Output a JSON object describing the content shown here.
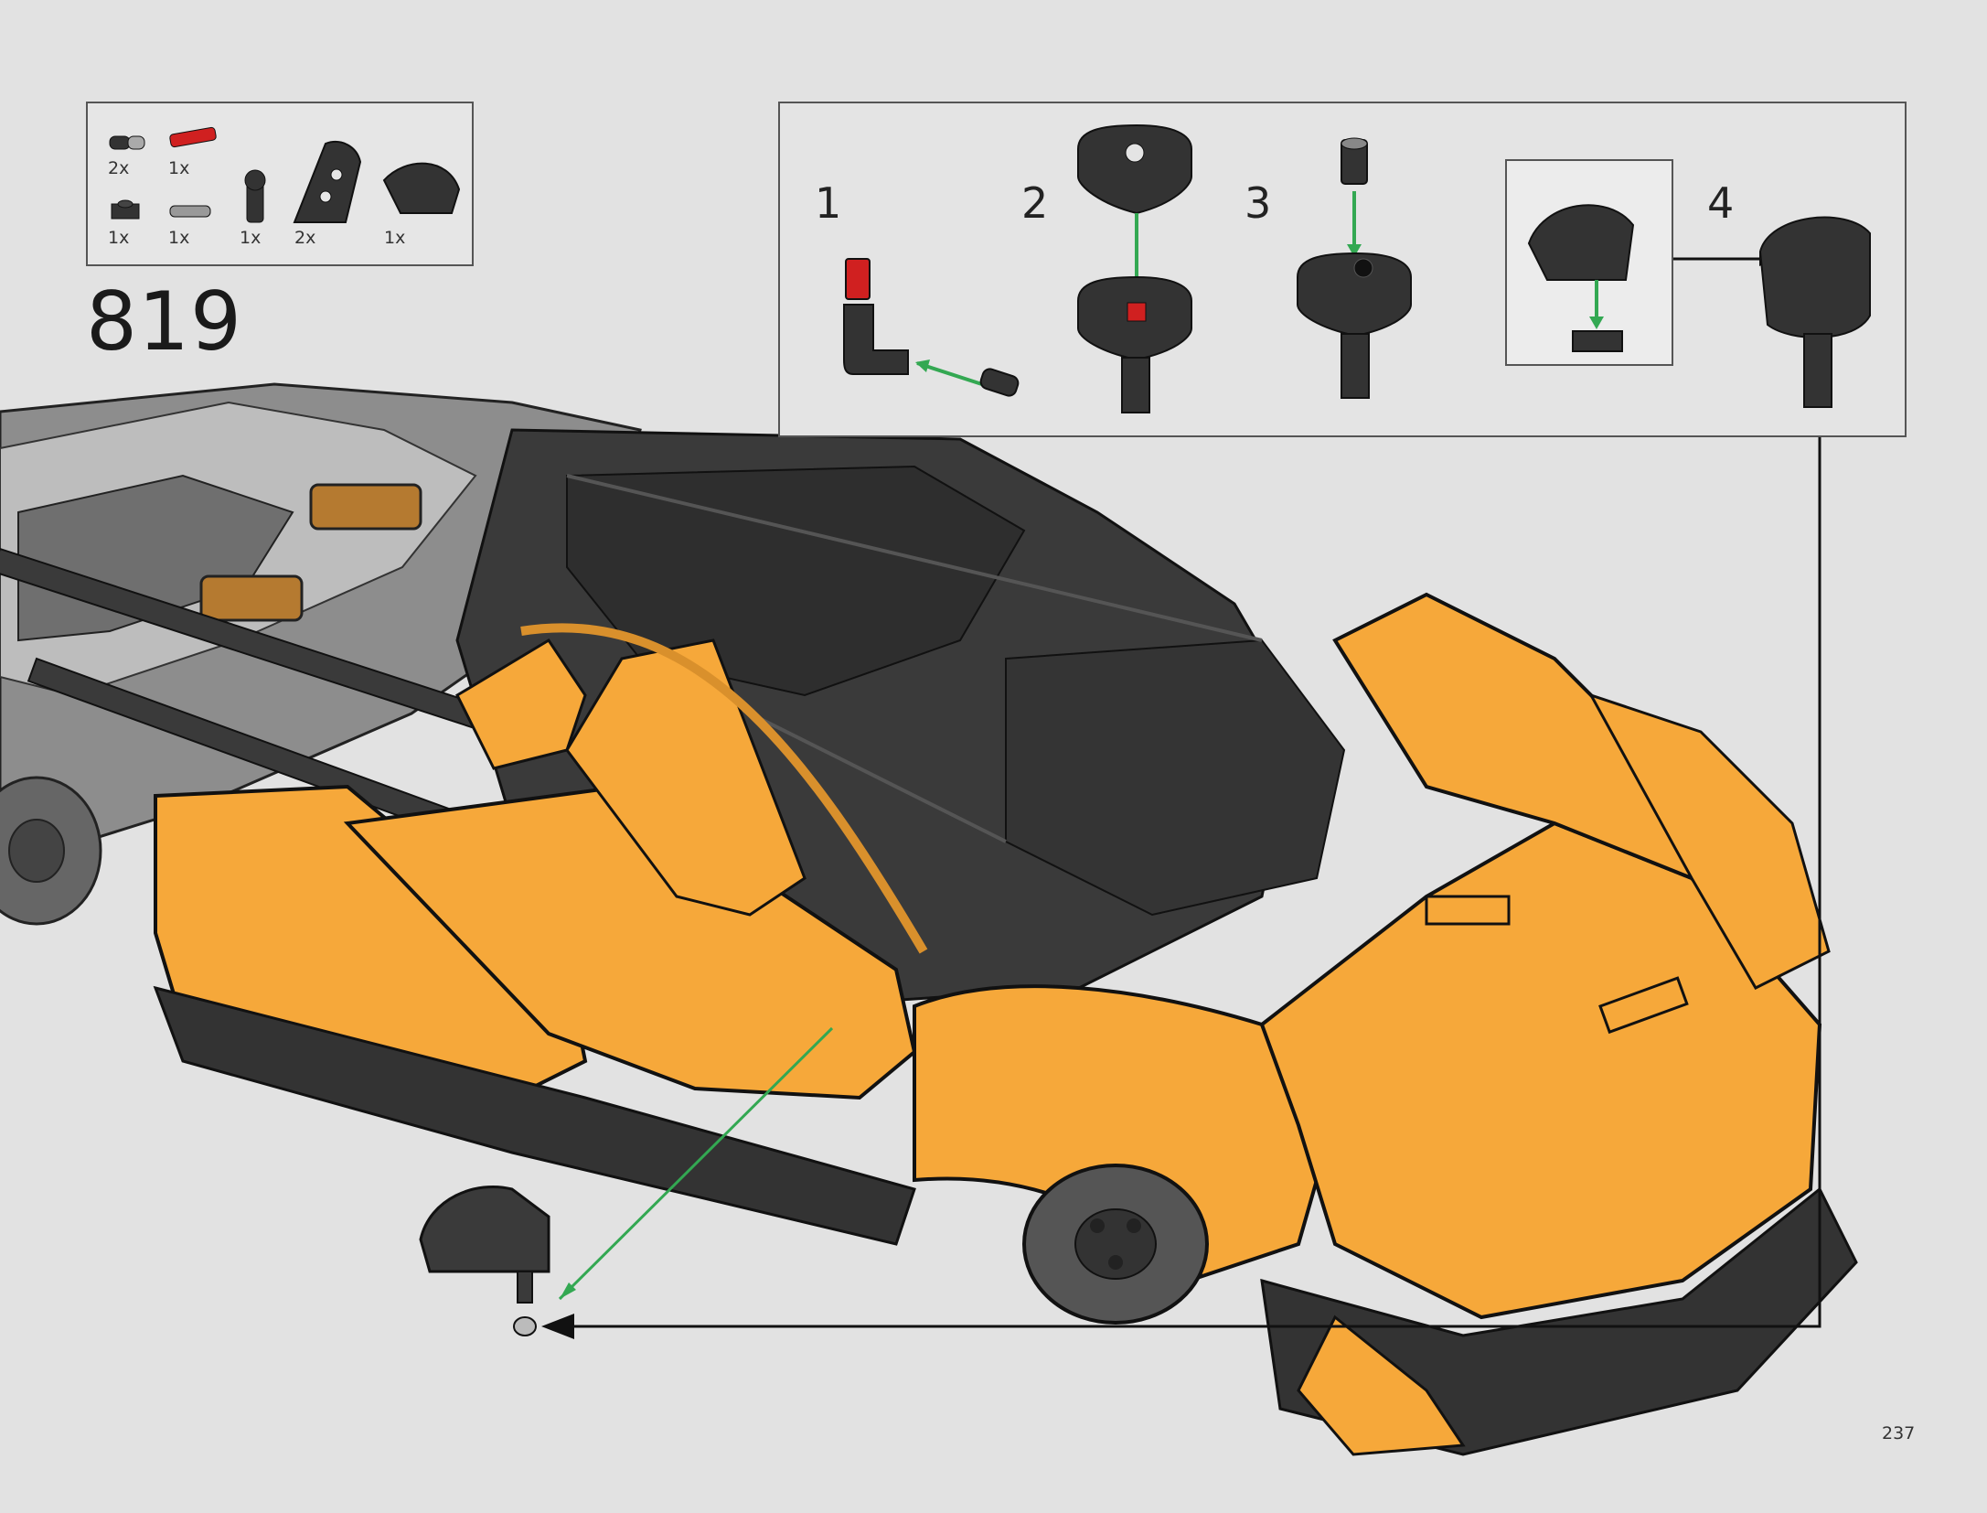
{
  "step": {
    "number": "819"
  },
  "parts": [
    {
      "qty": "2x",
      "icon": "black-pin-with-grey-end-icon"
    },
    {
      "qty": "1x",
      "icon": "red-axle-icon"
    },
    {
      "qty": "1x",
      "icon": "black-plate-1x1-icon"
    },
    {
      "qty": "1x",
      "icon": "grey-axle-pin-icon"
    },
    {
      "qty": "1x",
      "icon": "black-angle-connector-icon"
    },
    {
      "qty": "2x",
      "icon": "black-panel-curved-icon"
    },
    {
      "qty": "1x",
      "icon": "black-curved-slope-icon"
    }
  ],
  "substeps": [
    {
      "number": "1"
    },
    {
      "number": "2"
    },
    {
      "number": "3"
    },
    {
      "number": "4"
    }
  ],
  "page": {
    "number": "237"
  },
  "colors": {
    "car_orange": "#f6a83a",
    "car_black": "#3a3a3a",
    "arrow_green": "#33a852",
    "callout_black": "#111111",
    "background": "#e2e2e2"
  }
}
